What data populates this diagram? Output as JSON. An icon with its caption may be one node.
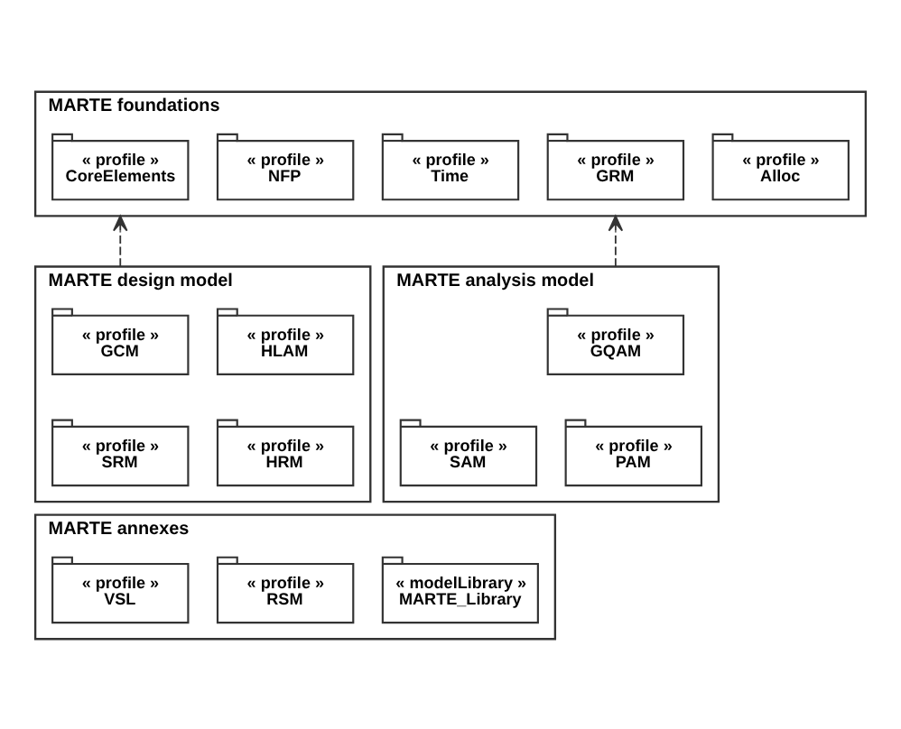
{
  "diagram": {
    "nodes": [
      {
        "text": [
          "MARTE foundations"
        ]
      },
      {
        "text": [
          "« profile »",
          "CoreElements"
        ],
        "in": 0
      },
      {
        "text": [
          "« profile »",
          "NFP"
        ],
        "in": 0
      },
      {
        "text": [
          "« profile »",
          "Time"
        ],
        "in": 0
      },
      {
        "text": [
          "« profile »",
          "GRM"
        ],
        "in": 0
      },
      {
        "text": [
          "« profile »",
          "Alloc"
        ],
        "in": 0
      },
      {
        "text": [
          "MARTE design model"
        ]
      },
      {
        "text": [
          "« profile »",
          "GCM"
        ],
        "in": 6
      },
      {
        "text": [
          "« profile »",
          "HLAM"
        ],
        "in": 6
      },
      {
        "text": [
          "« profile »",
          "SRM"
        ],
        "in": 6
      },
      {
        "text": [
          "« profile »",
          "HRM"
        ],
        "in": 6
      },
      {
        "text": [
          "MARTE analysis model"
        ]
      },
      {
        "text": [
          "« profile »",
          "GQAM"
        ],
        "in": 11
      },
      {
        "text": [
          "« profile »",
          "SAM"
        ],
        "in": 11
      },
      {
        "text": [
          "« profile »",
          "PAM"
        ],
        "in": 11
      },
      {
        "text": [
          "MARTE annexes"
        ]
      },
      {
        "text": [
          "« profile »",
          "VSL"
        ],
        "in": 15
      },
      {
        "text": [
          "« profile »",
          "RSM"
        ],
        "in": 15
      },
      {
        "text": [
          "« modelLibrary »",
          "MARTE_Library"
        ],
        "in": 15
      }
    ],
    "edges": [
      {
        "from": 6,
        "to": 0,
        "arrow": "to",
        "style": "dashed"
      },
      {
        "from": 11,
        "to": 0,
        "arrow": "to",
        "style": "dashed"
      }
    ]
  }
}
